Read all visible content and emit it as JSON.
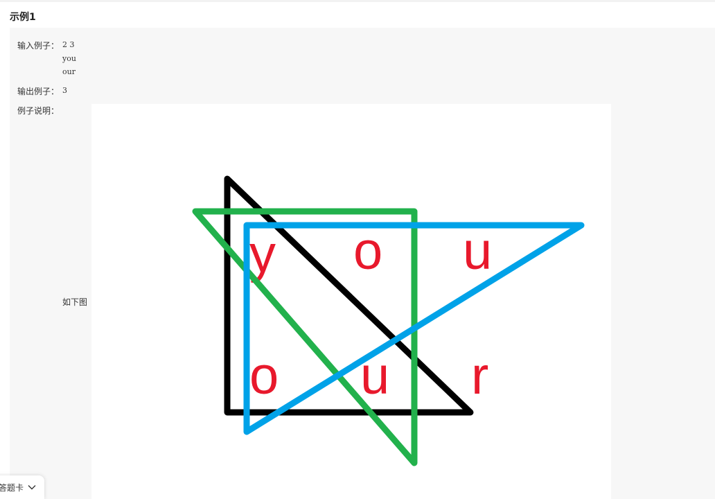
{
  "title": "示例1",
  "input": {
    "label": "输入例子：",
    "lines": [
      "2 3",
      "you",
      "our"
    ]
  },
  "output": {
    "label": "输出例子：",
    "value": "3"
  },
  "explanation": {
    "label": "例子说明：",
    "text": "如下图"
  },
  "figure": {
    "grid": [
      [
        "y",
        "o",
        "u"
      ],
      [
        "o",
        "u",
        "r"
      ]
    ],
    "colors": {
      "letters": "#e8192c",
      "triangle_black": "#000000",
      "triangle_green": "#22b14c",
      "triangle_blue": "#00a2e8"
    }
  },
  "answer_card": {
    "label": "答题卡",
    "icon": "chevron-down-icon"
  }
}
